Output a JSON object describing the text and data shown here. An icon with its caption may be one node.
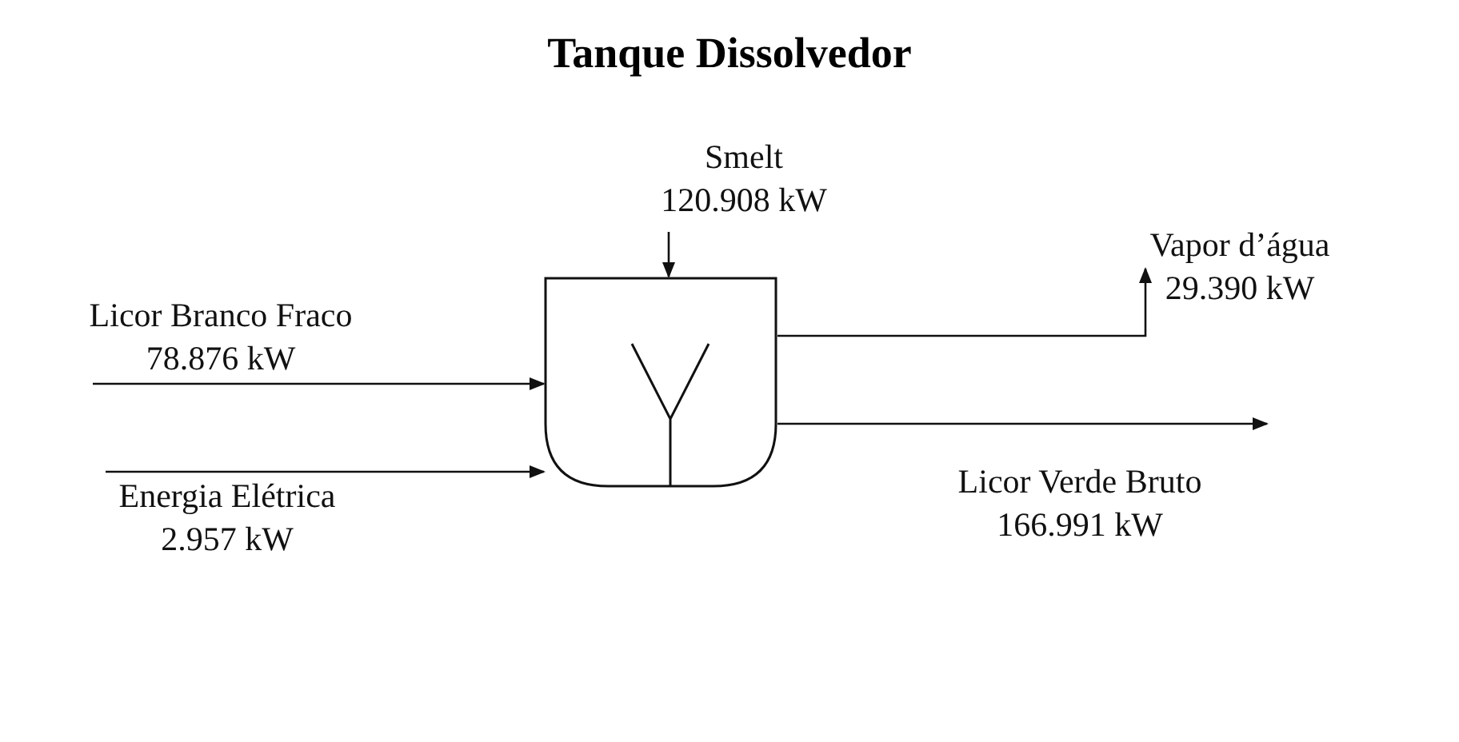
{
  "diagram": {
    "title": "Tanque Dissolvedor",
    "nodes": [
      {
        "text": [
          "Smelt",
          "120.908 kW"
        ]
      },
      {
        "text": [
          "Vapor d’água",
          "29.390 kW"
        ]
      },
      {
        "text": [
          "Licor Branco Fraco",
          "78.876 kW"
        ]
      },
      {
        "text": [],
        "shape": "tank"
      },
      {
        "text": [
          "Licor Verde Bruto",
          "166.991 kW"
        ]
      },
      {
        "text": [
          "Energia Elétrica",
          "2.957 kW"
        ]
      }
    ],
    "edges": [
      {
        "from": 2,
        "to": 3,
        "arrow": "to"
      },
      {
        "from": 5,
        "to": 3,
        "arrow": "to"
      },
      {
        "from": 0,
        "to": 3,
        "arrow": "to"
      },
      {
        "from": 3,
        "to": 1,
        "arrow": "to"
      },
      {
        "from": 3,
        "to": 4,
        "arrow": "to"
      }
    ]
  }
}
